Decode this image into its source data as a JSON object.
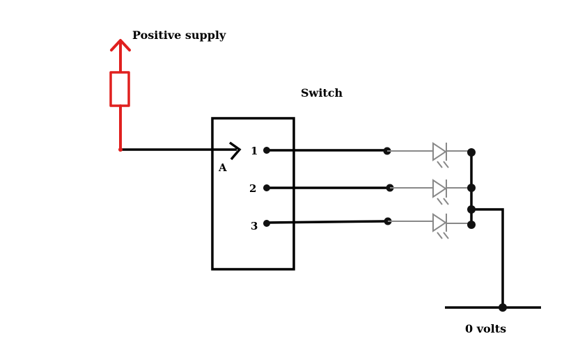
{
  "labels": {
    "positive_supply": "Positive supply",
    "switch": "Switch",
    "common_terminal": "A",
    "zero_volts": "0 volts"
  },
  "switch_positions": [
    {
      "label": "1"
    },
    {
      "label": "2"
    },
    {
      "label": "3"
    }
  ],
  "leds": [
    {
      "position": "1"
    },
    {
      "position": "2"
    },
    {
      "position": "3"
    }
  ],
  "colors": {
    "supply_wire": "#e0201f",
    "wire": "#000000",
    "led": "#888888"
  }
}
